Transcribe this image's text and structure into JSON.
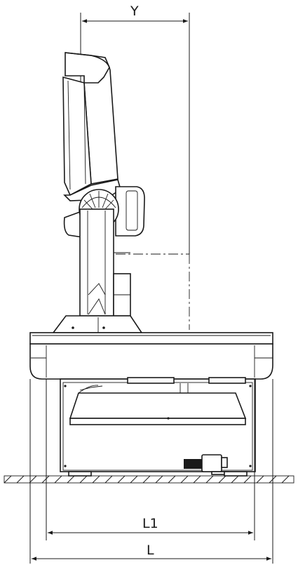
{
  "dimensions": {
    "y_label": "Y",
    "l1_label": "L1",
    "l_label": "L"
  },
  "colors": {
    "line": "#1a1a1a",
    "background": "#ffffff"
  }
}
